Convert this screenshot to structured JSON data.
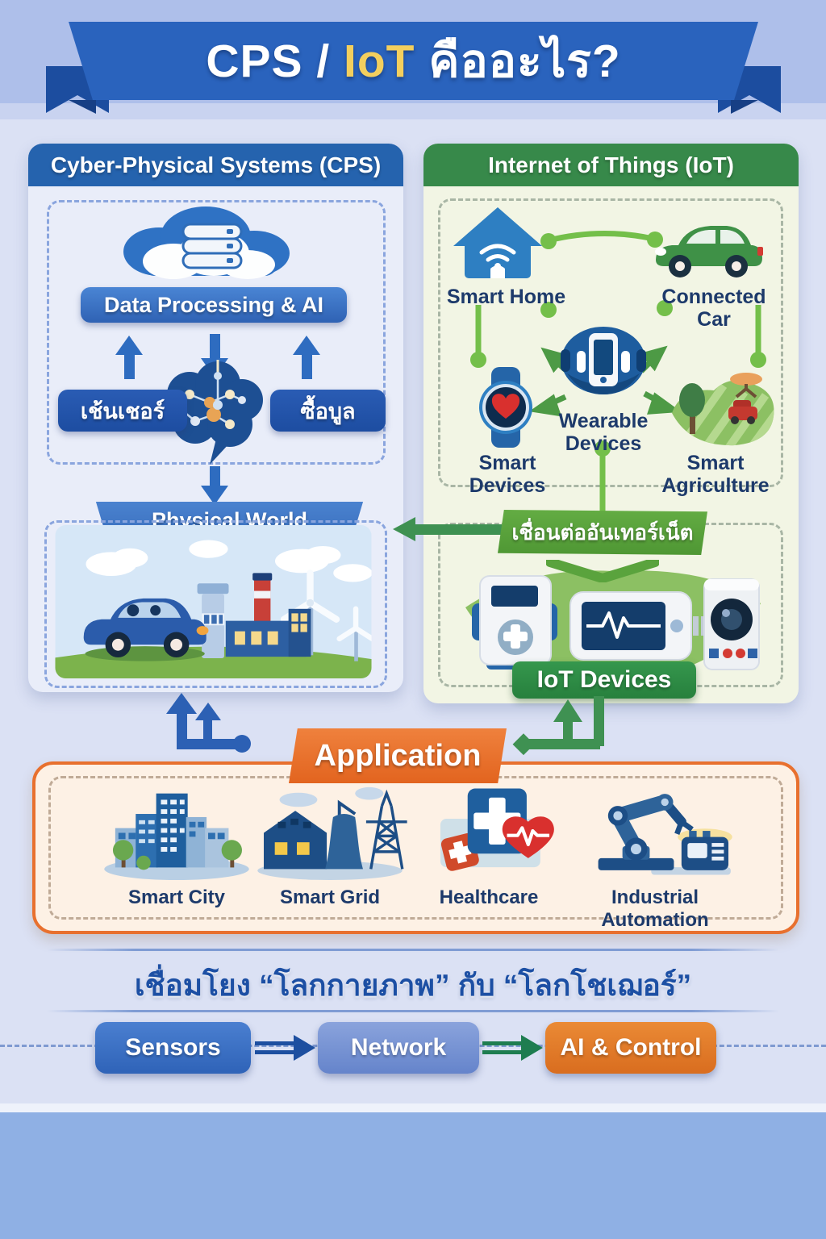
{
  "title": {
    "part1": "CPS / ",
    "part2": "IoT",
    "part3": " คืออะไร?"
  },
  "cps_panel": {
    "header": "Cyber-Physical Systems (CPS)",
    "processing_label": "Data Processing & AI",
    "left_pill": "เช้นเชอร์",
    "right_pill": "ซื้อบูล",
    "physical_world": "Physical World"
  },
  "iot_panel": {
    "header": "Internet of Things (IoT)",
    "smart_home": "Smart Home",
    "connected_car": "Connected Car",
    "smart_devices": "Smart Devices",
    "wearable_devices": "Wearable Devices",
    "smart_agriculture": "Smart Agriculture",
    "connect_banner": "เชื่อนต่ออันเทอร์เน็ต",
    "devices_button": "IoT Devices"
  },
  "application": {
    "banner": "Application",
    "items": [
      {
        "label": "Smart City"
      },
      {
        "label": "Smart Grid"
      },
      {
        "label": "Healthcare"
      },
      {
        "label": "Industrial Automation"
      }
    ]
  },
  "tagline": "เชื่อมโยง “โลกกายภาพ” กับ “โลกโชเฌอร์”",
  "flow": {
    "sensors": "Sensors",
    "network": "Network",
    "ai_control": "AI & Control"
  },
  "colors": {
    "ribbon_blue": "#2a63bd",
    "title_accent_yellow": "#f3cf5e",
    "cps_header_blue": "#2563ae",
    "iot_header_green": "#37894a",
    "application_orange": "#e8702e",
    "connector_green": "#3f9152",
    "label_navy": "#1d3a6b",
    "footer_blue": "#8fb0e4"
  }
}
